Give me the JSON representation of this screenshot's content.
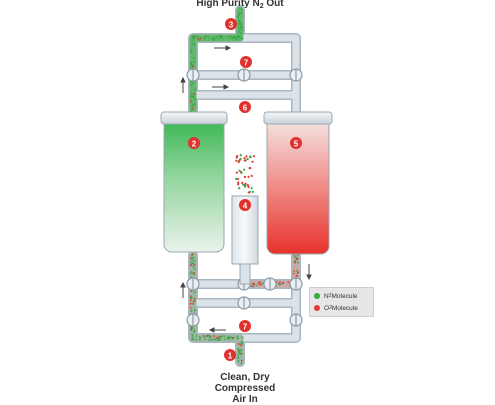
{
  "labels": {
    "top_prefix": "High Purity N",
    "top_sub": "2",
    "top_suffix": " Out",
    "bottom_line1": "Clean, Dry",
    "bottom_line2": "Compressed",
    "bottom_line3": "Air In"
  },
  "markers": [
    "1",
    "2",
    "3",
    "4",
    "5",
    "6",
    "7",
    "7"
  ],
  "legend": {
    "n2_prefix": "N",
    "n2_sub": "2",
    "n2_suffix": " Molecule",
    "o2_prefix": "O",
    "o2_sub": "2",
    "o2_suffix": " Molecule"
  },
  "colors": {
    "n2": "#3aa845",
    "o2": "#e23b33",
    "marker": "#e0312c",
    "pipe": "#d4dde4",
    "pipe_stroke": "#aab7c1",
    "bed_left_top": "#2fb34a",
    "bed_right_bottom": "#e8322c"
  },
  "icons": [
    "arrow-right-icon",
    "arrow-left-icon",
    "arrow-up-icon",
    "arrow-down-icon",
    "valve-icon"
  ]
}
